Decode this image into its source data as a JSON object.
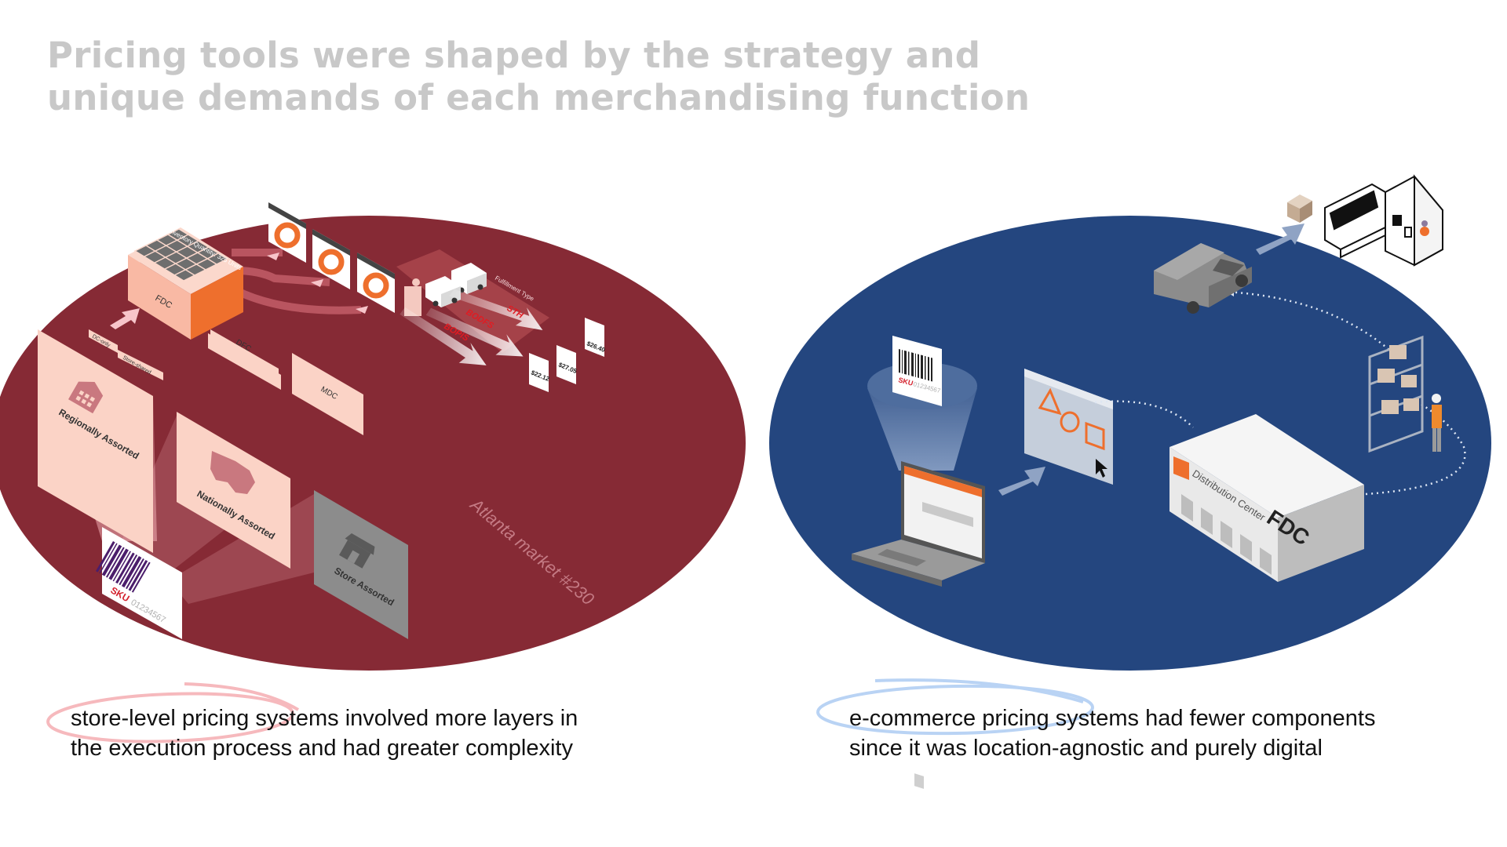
{
  "title": {
    "line1": "Pricing tools were shaped by the strategy and",
    "line2": "unique demands of each merchandising function"
  },
  "left_diagram": {
    "fdc_label": "FDC",
    "dfc_label": "DFC",
    "mdc_label": "MDC",
    "inventory_label": "Inventory Quantity: 325 Units",
    "dc_only_tag": "DC-only",
    "store_shared_tag": "Store-shared",
    "regionally_assorted": "Regionally Assorted",
    "nationally_assorted": "Nationally Assorted",
    "store_assorted": "Store Assorted",
    "sku_prefix": "SKU",
    "sku_number": "01234567",
    "market_label": "Atlanta market #230",
    "fulfillment_type_label": "Fulfillment Type",
    "sth_label": "STH",
    "bodfs_label": "BODFS",
    "bopis_label": "BOPIS",
    "price_1": "$26.40",
    "price_2": "$27.05",
    "price_3": "$22.12"
  },
  "right_diagram": {
    "sku_prefix": "SKU",
    "sku_number": "01234567",
    "fdc_label": "FDC",
    "distribution_center_label": "Distribution Center"
  },
  "captions": {
    "left_line1": "store-level pricing systems involved more layers in",
    "left_line2": "the execution process and had greater complexity",
    "right_line1": "e-commerce pricing systems had fewer components",
    "right_line2": "since it was location-agnostic and purely digital"
  },
  "colors": {
    "left_ellipse": "#862a35",
    "right_ellipse": "#24467f",
    "title": "#c8c8c8",
    "left_highlight": "#f6b9bd",
    "right_highlight": "#b9d3f4",
    "orange": "#ee6f2d"
  }
}
